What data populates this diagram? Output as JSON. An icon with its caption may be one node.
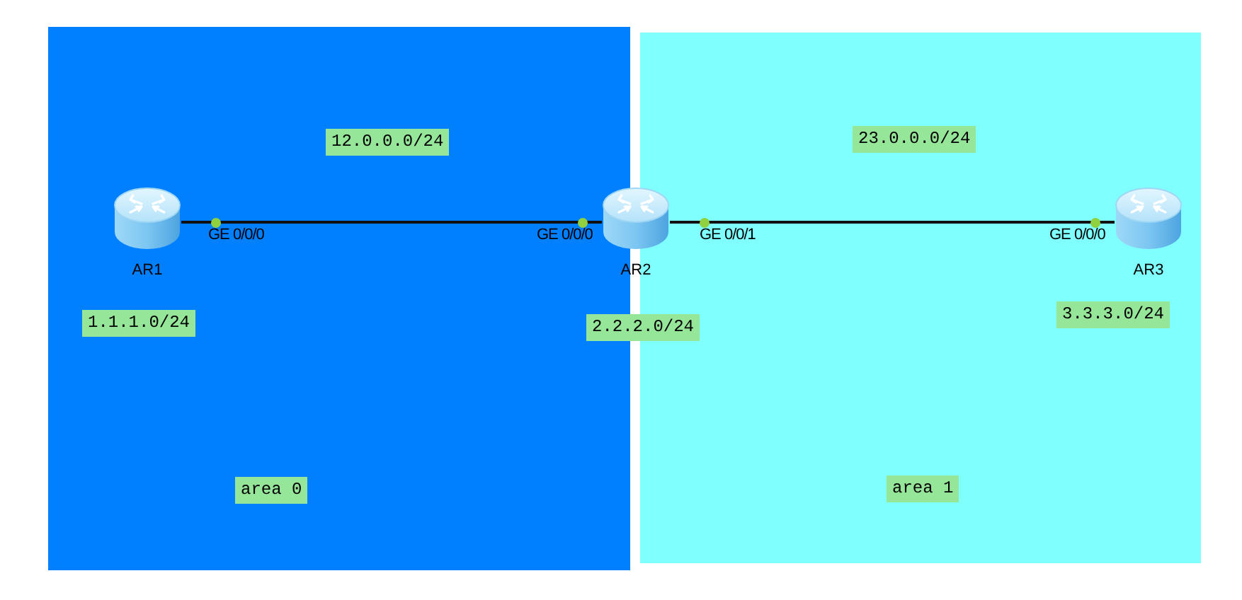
{
  "diagram": {
    "nodes": [
      {
        "text": [
          "area 0"
        ]
      },
      {
        "text": [
          "AR1"
        ],
        "in": 0,
        "beside": [
          "GE 0/0/0"
        ]
      },
      {
        "text": [
          "AR2"
        ],
        "beside": [
          "GE 0/0/0",
          "GE 0/0/1"
        ]
      },
      {
        "text": [
          "area 1"
        ]
      },
      {
        "text": [
          "AR3"
        ],
        "in": 3,
        "beside": [
          "GE 0/0/0"
        ]
      }
    ],
    "edges": [
      {
        "from": 1,
        "to": 2,
        "arrow": "none"
      },
      {
        "from": 2,
        "to": 4,
        "arrow": "none"
      }
    ],
    "labels": [
      "12.0.0.0/24",
      "23.0.0.0/24",
      "1.1.1.0/24",
      "2.2.2.0/24",
      "3.3.3.0/24"
    ]
  }
}
